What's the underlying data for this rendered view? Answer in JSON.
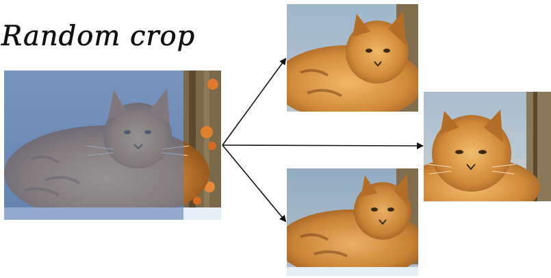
{
  "title": "Random crop",
  "colors": {
    "ink": "#111111",
    "fur_light": "#e3a24a",
    "fur_dark": "#8a4d18",
    "background_blue": "#8ea7bf",
    "overlay_blue": "#5d7fb4",
    "flowers": "#e07a2a",
    "bark": "#6b5a3e"
  },
  "icons": {
    "source": "cat-photo",
    "crops": [
      "cat-photo-crop",
      "cat-photo-crop",
      "cat-photo-crop"
    ],
    "arrows": "arrow-right"
  }
}
